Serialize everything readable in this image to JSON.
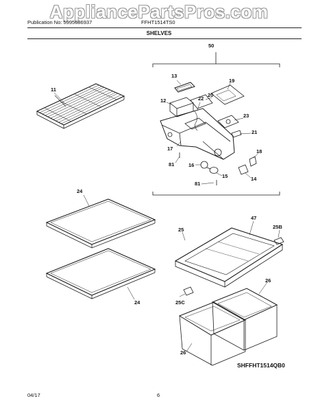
{
  "header": {
    "watermark": "AppliancePartsPros.com",
    "publication": "Publication No: 5995686937",
    "model": "FFHT1514TS0"
  },
  "section_title": "SHELVES",
  "part_labels": {
    "p50": "50",
    "p11": "11",
    "p13": "13",
    "p12": "12",
    "p22": "22",
    "p20": "20",
    "p19": "19",
    "p23": "23",
    "p21": "21",
    "p17": "17",
    "p18": "18",
    "p81a": "81",
    "p16": "16",
    "p15": "15",
    "p14": "14",
    "p81b": "81",
    "p24a": "24",
    "p24b": "24",
    "p25": "25",
    "p47": "47",
    "p25b": "25B",
    "p26a": "26",
    "p25c": "25C",
    "p26b": "26"
  },
  "diagram_code": "SHFFHT1514QB0",
  "footer": {
    "date": "04/17",
    "page": "6"
  }
}
